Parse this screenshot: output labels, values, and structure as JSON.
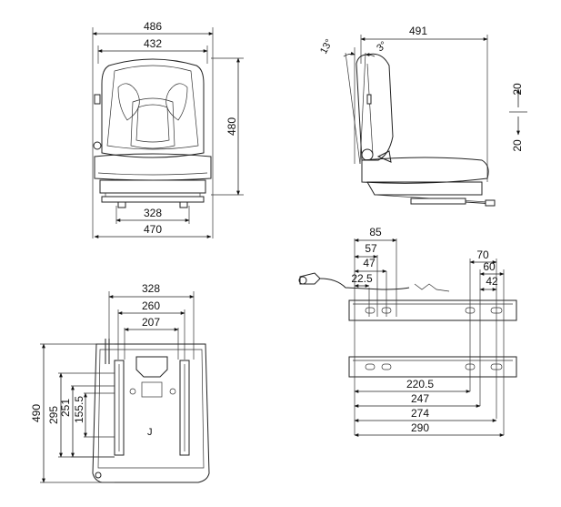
{
  "front_view": {
    "overall_width": "486",
    "seat_width": "432",
    "height": "480",
    "mount_spacing": "328",
    "base_width": "470"
  },
  "side_view": {
    "depth": "491",
    "recline_back": "13°",
    "recline_fwd": "3°",
    "adjust_up": "20",
    "adjust_down": "20"
  },
  "bottom_view": {
    "width_outer": "328",
    "width_mid": "260",
    "width_inner": "207",
    "height_total": "490",
    "height_a": "295",
    "height_b": "251",
    "height_c": "155.5"
  },
  "rail_view": {
    "top_dims": [
      "85",
      "57",
      "47",
      "22.5"
    ],
    "right_dims": [
      "70",
      "60",
      "42"
    ],
    "bottom_dims": [
      "220.5",
      "247",
      "274",
      "290"
    ]
  }
}
